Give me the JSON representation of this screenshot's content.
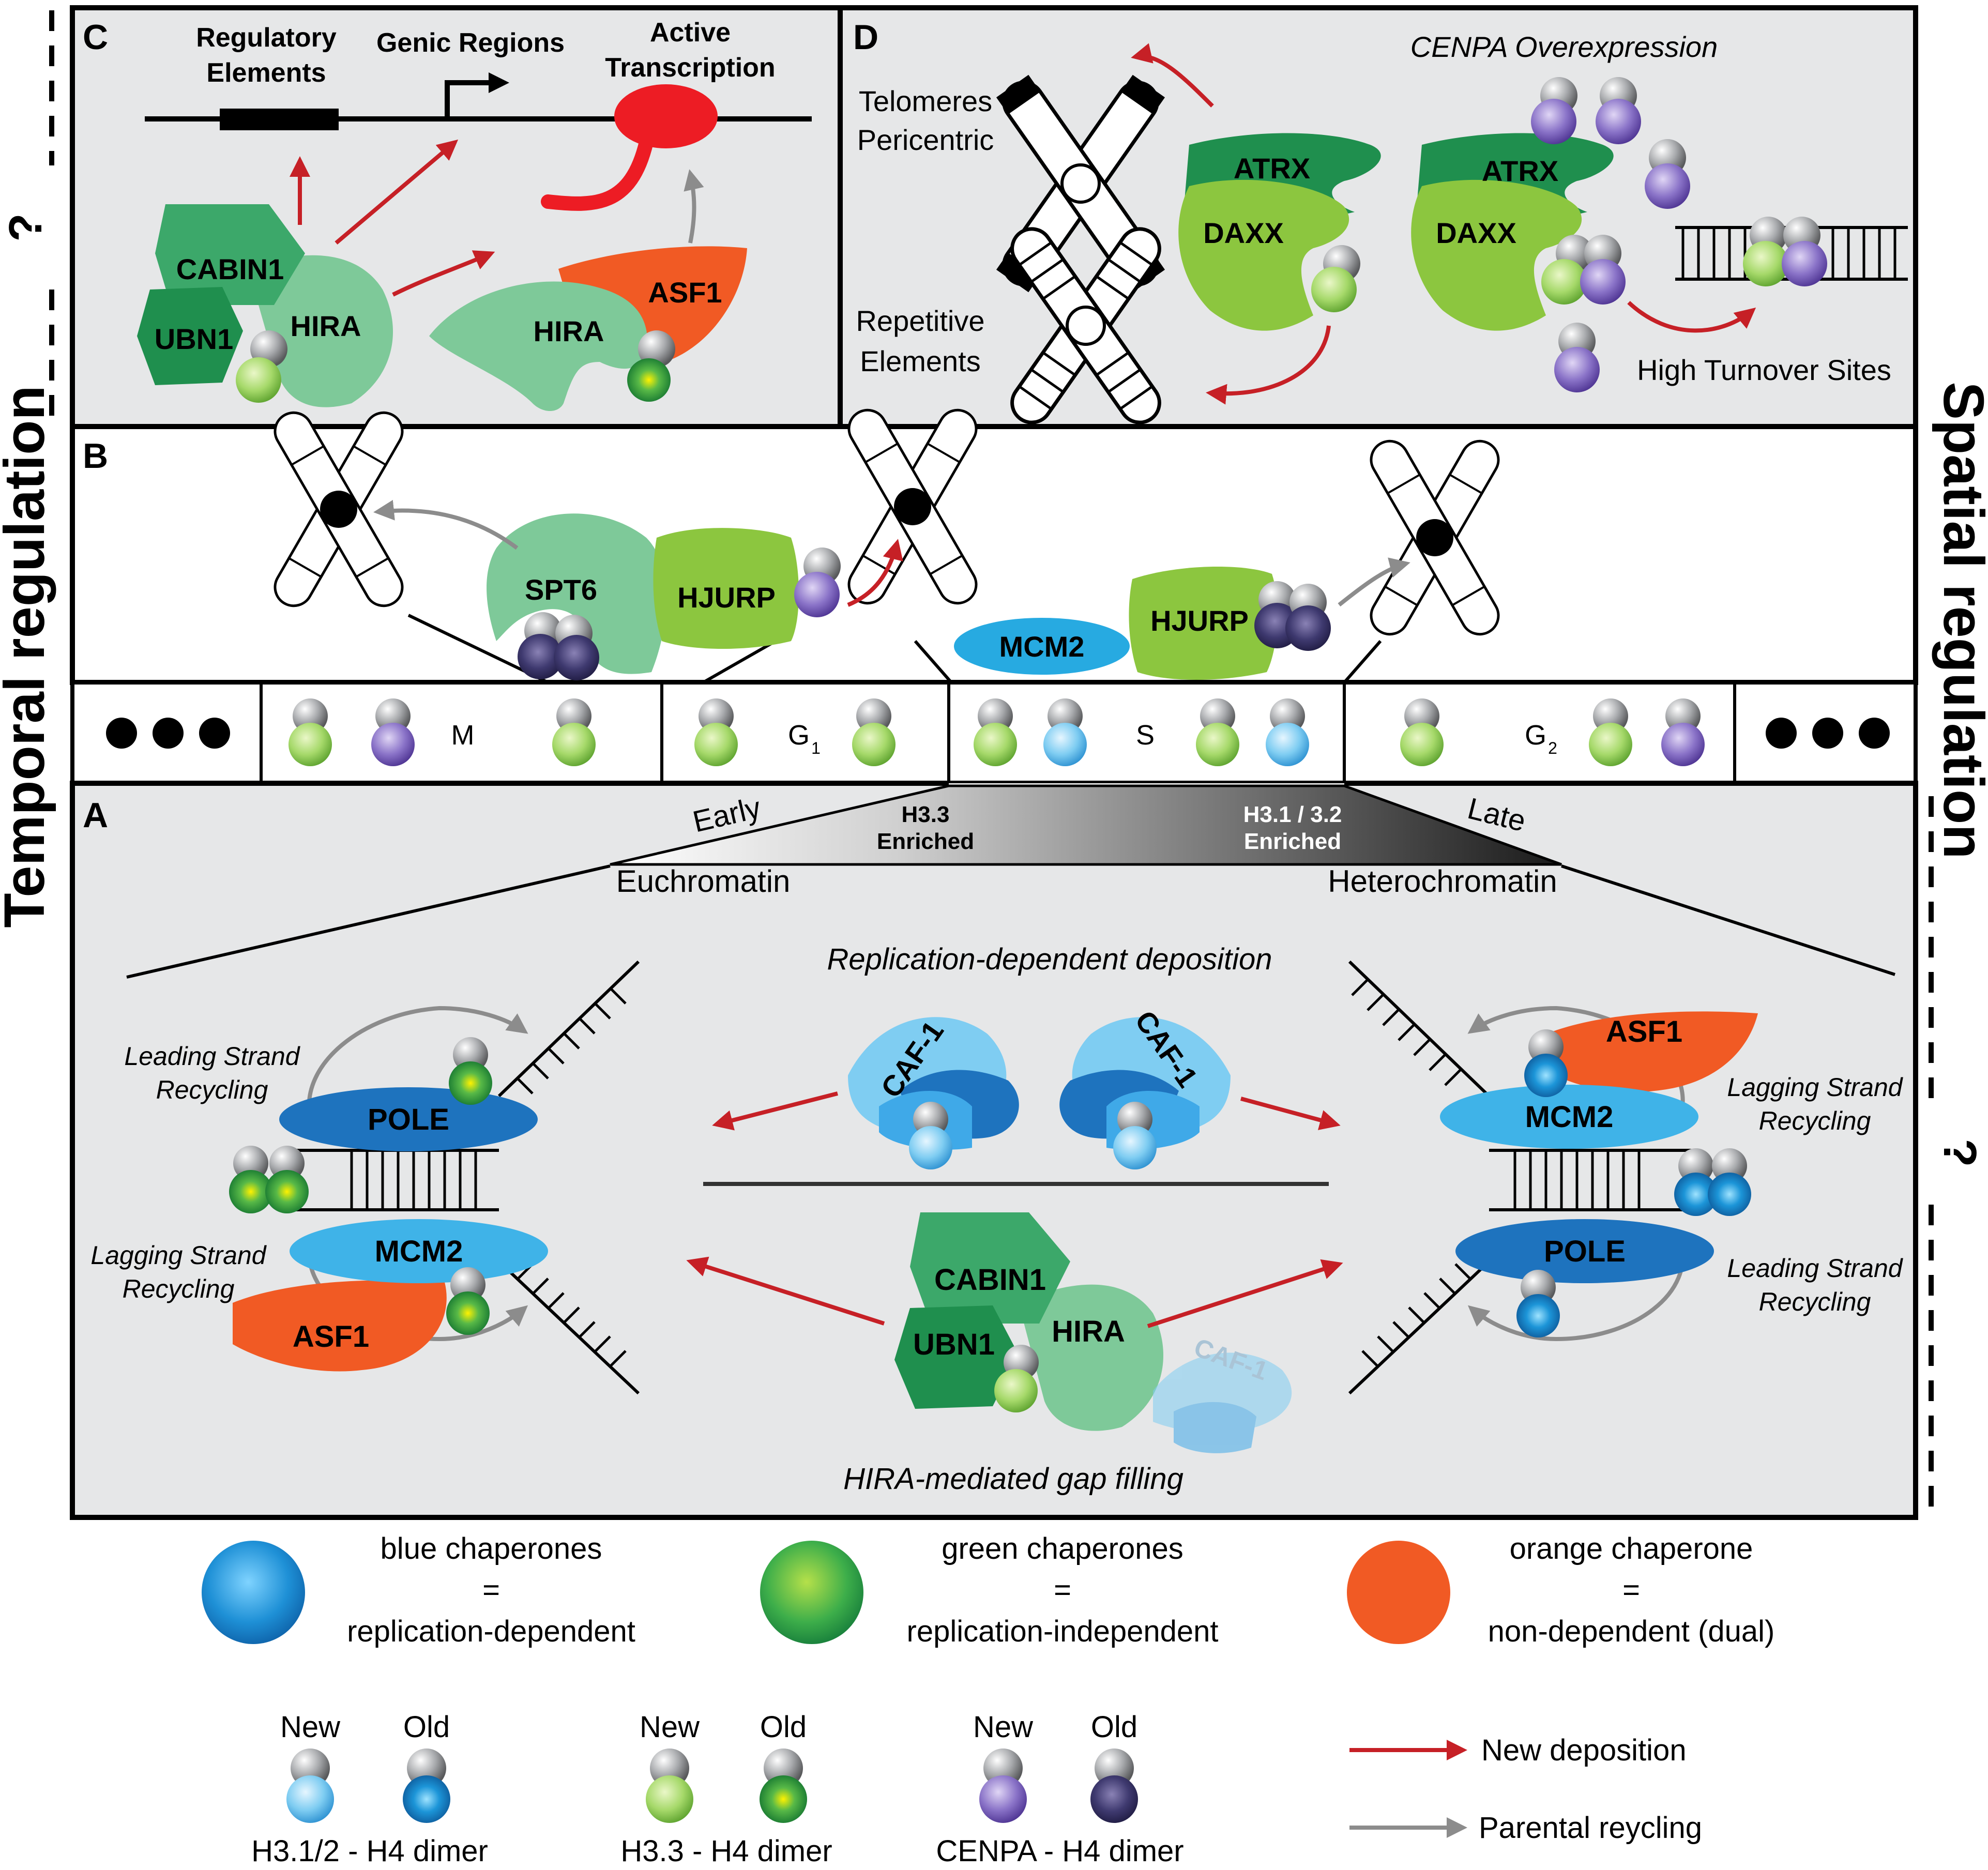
{
  "side_labels": {
    "temporal": "Temporal regulation",
    "spatial": "Spatial regulation",
    "question_mark": "?"
  },
  "panel_c": {
    "letter": "C",
    "regulatory_line1": "Regulatory",
    "regulatory_line2": "Elements",
    "genic_regions": "Genic Regions",
    "active_line1": "Active",
    "active_line2": "Transcription",
    "cabin1": "CABIN1",
    "ubn1": "UBN1",
    "hira": "HIRA",
    "hira2": "HIRA",
    "asf1": "ASF1"
  },
  "panel_d": {
    "letter": "D",
    "cenpa_overexpression": "CENPA Overexpression",
    "telomeres": "Telomeres",
    "pericentric": "Pericentric",
    "repetitive": "Repetitive",
    "elements": "Elements",
    "atrx": "ATRX",
    "daxx": "DAXX",
    "atrx2": "ATRX",
    "daxx2": "DAXX",
    "high_turnover": "High Turnover Sites"
  },
  "panel_b": {
    "letter": "B",
    "spt6": "SPT6",
    "hjurp": "HJURP",
    "hjurp2": "HJURP",
    "mcm2": "MCM2",
    "phases": {
      "m": "M",
      "g": "G",
      "g1_sub": "1",
      "s": "S",
      "g2_sub": "2"
    }
  },
  "panel_a": {
    "letter": "A",
    "early": "Early",
    "late": "Late",
    "h33_line1": "H3.3",
    "h33_line2": "Enriched",
    "h31_line1": "H3.1 / 3.2",
    "h31_line2": "Enriched",
    "euchromatin": "Euchromatin",
    "heterochromatin": "Heterochromatin",
    "rep_dependent": "Replication-dependent deposition",
    "hira_gap": "HIRA-mediated gap filling",
    "caf1": "CAF-1",
    "caf1b": "CAF-1",
    "caf1_faded": "CAF-1",
    "cabin1": "CABIN1",
    "ubn1": "UBN1",
    "hira": "HIRA",
    "left_pole": "POLE",
    "left_mcm2": "MCM2",
    "left_asf1": "ASF1",
    "right_asf1": "ASF1",
    "right_mcm2": "MCM2",
    "right_pole": "POLE",
    "leading_l1": "Leading Strand",
    "leading_l2": "Recycling",
    "lagging_l1": "Lagging Strand",
    "lagging_l2": "Recycling",
    "lagging_r1": "Lagging Strand",
    "lagging_r2": "Recycling",
    "leading_r1": "Leading Strand",
    "leading_r2": "Recycling"
  },
  "legend": {
    "blue_top": "blue chaperones",
    "blue_eq": "=",
    "blue_bottom": "replication-dependent",
    "green_top": "green chaperones",
    "green_eq": "=",
    "green_bottom": "replication-independent",
    "orange_top": "orange chaperone",
    "orange_eq": "=",
    "orange_bottom": "non-dependent (dual)",
    "new": "New",
    "old": "Old",
    "h31_dimer": "H3.1/2 - H4 dimer",
    "h33_dimer": "H3.3 - H4 dimer",
    "cenpa_dimer": "CENPA - H4 dimer",
    "new_deposition": "New deposition",
    "parental_recycling": "Parental reycling"
  },
  "colors": {
    "panel_bg": "#e6e7e8",
    "red_arrow": "#c62026",
    "grey_arrow": "#8c8c8c",
    "green_dark": "#1f8f4e",
    "green_mid": "#5fb878",
    "green_light": "#8cc63f",
    "blue_light": "#5bc0eb",
    "blue_dark": "#1e73be",
    "orange": "#f15a24",
    "purple": "#6b4fa8",
    "red_transcript": "#ed1c24"
  }
}
